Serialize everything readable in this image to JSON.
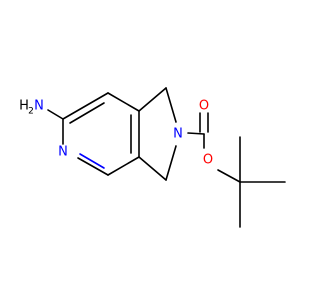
{
  "molecule": {
    "atoms": {
      "amine_h2": "H",
      "amine_subscript": "2",
      "amine_n": "N",
      "pyridine_n": "N",
      "pyrrolidine_n": "N",
      "carbonyl_o": "O",
      "ester_o": "O"
    }
  },
  "colors": {
    "bond": "#000000",
    "nitrogen": "#0000ff",
    "oxygen": "#ff0000",
    "background": "#ffffff"
  }
}
